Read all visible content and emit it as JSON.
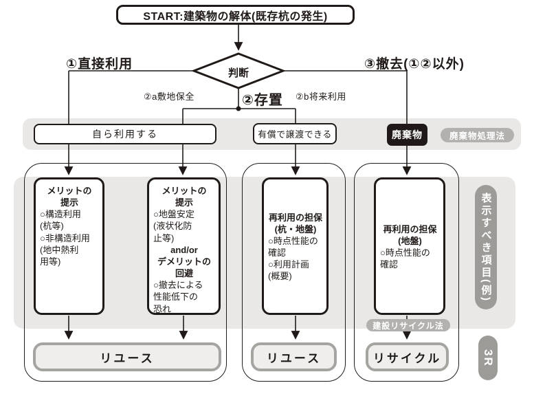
{
  "colors": {
    "ink": "#1f1a17",
    "panel_gray": "#e9e8e6",
    "pill_light": "#b2b1ae",
    "pill_dark": "#9c9b98",
    "outcome_border": "#a5a4a1",
    "outcome_fill": "#efeeec",
    "waste_bg": "#1f1a17"
  },
  "start": {
    "label": "START:建築物の解体(既存杭の発生)"
  },
  "decision": {
    "label": "判断"
  },
  "branches": {
    "direct_use": "①直接利用",
    "leave_in_place": "②存置",
    "site_preservation": "②a敷地保全",
    "future_use": "②b将来利用",
    "removal": "③撤去(①②以外)"
  },
  "band": {
    "self_use": "自ら利用する",
    "transfer": "有償で譲渡できる",
    "waste": "廃棄物",
    "waste_law": "廃棄物処理法"
  },
  "cards": {
    "merit1": {
      "title": "メリットの\n提示",
      "body": "○構造利用\n(杭等)\n○非構造利用\n(地中熱利\n 用等)"
    },
    "merit2": {
      "title": "メリットの\n提示",
      "body1": "○地盤安定\n(液状化防\n 止等)",
      "connector": "and/or",
      "title2": "デメリットの\n回避",
      "body2": "○撤去による\n 性能低下の\n 恐れ"
    },
    "secure1": {
      "title": "再利用の担保\n(杭・地盤)",
      "body": "○時点性能の\n 確認\n○利用計画\n (概要)"
    },
    "secure2": {
      "title": "再利用の担保\n(地盤)",
      "body": "○時点性能の\n 確認"
    }
  },
  "outcomes": {
    "reuse_left": "リユース",
    "reuse_middle": "リユース",
    "recycle": "リサイクル",
    "recycle_law": "建設リサイクル法"
  },
  "side": {
    "display_items": "表示すべき項目(例)",
    "three_r": "3R"
  }
}
